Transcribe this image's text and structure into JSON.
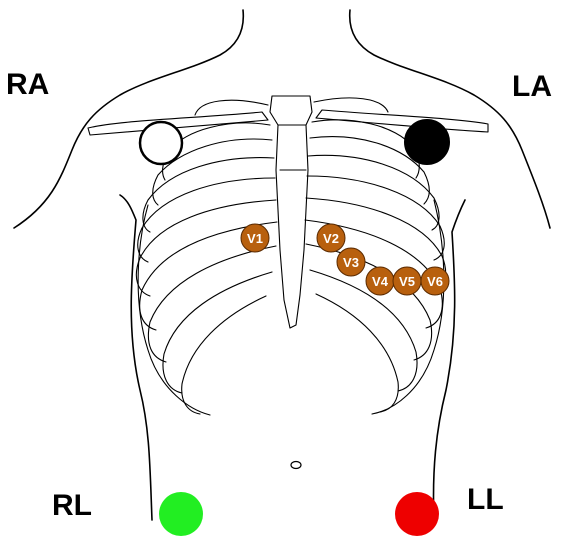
{
  "limb_electrodes": {
    "ra": {
      "label": "RA",
      "color": "#ffffff"
    },
    "la": {
      "label": "LA",
      "color": "#000000"
    },
    "rl": {
      "label": "RL",
      "color": "#22ee22"
    },
    "ll": {
      "label": "LL",
      "color": "#ee0000"
    }
  },
  "chest_electrodes": {
    "color": "#b8600e",
    "items": [
      {
        "label": "V1"
      },
      {
        "label": "V2"
      },
      {
        "label": "V3"
      },
      {
        "label": "V4"
      },
      {
        "label": "V5"
      },
      {
        "label": "V6"
      }
    ]
  }
}
